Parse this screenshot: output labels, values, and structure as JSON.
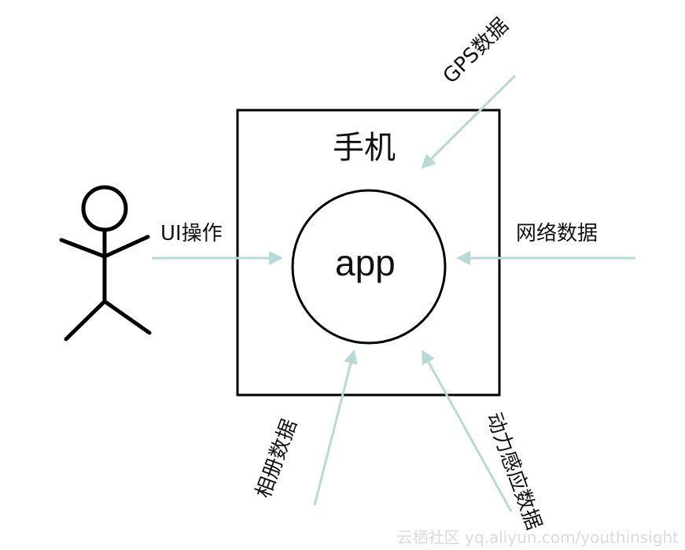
{
  "phone": {
    "title": "手机"
  },
  "app": {
    "label": "app"
  },
  "inputs": {
    "ui": "UI操作",
    "gps": "GPS数据",
    "network": "网络数据",
    "album": "相册数据",
    "motion": "动力感应数据"
  },
  "watermark": "云栖社区 yq.aliyun.com/youthinsight",
  "colors": {
    "arrow": "#b8d9d6",
    "stroke": "#000000"
  }
}
